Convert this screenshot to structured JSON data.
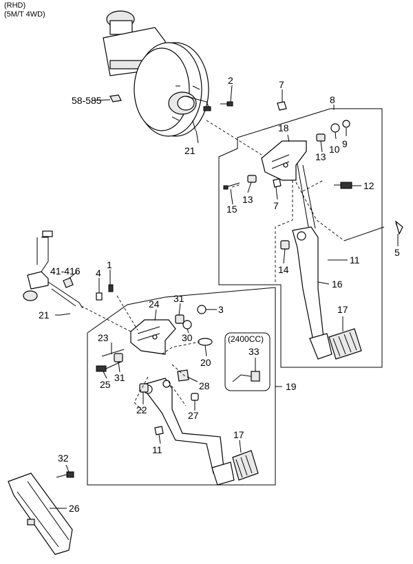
{
  "header": {
    "line1": "(RHD)",
    "line2": "(5M/T 4WD)"
  },
  "labels": {
    "p1": "1",
    "p2": "2",
    "p3": "3",
    "p4": "4",
    "p5": "5",
    "p7a": "7",
    "p7b": "7",
    "p8": "8",
    "p9": "9",
    "p10": "10",
    "p11a": "11",
    "p11b": "11",
    "p12": "12",
    "p13a": "13",
    "p13b": "13",
    "p14": "14",
    "p15": "15",
    "p16": "16",
    "p17a": "17",
    "p17b": "17",
    "p18": "18",
    "p19": "19",
    "p20": "20",
    "p21a": "21",
    "p21b": "21",
    "p22": "22",
    "p23": "23",
    "p24": "24",
    "p25": "25",
    "p26": "26",
    "p27": "27",
    "p28": "28",
    "p30": "30",
    "p31a": "31",
    "p31b": "31",
    "p32": "32",
    "p33": "33",
    "ref58": "58-585",
    "ref41": "41-416",
    "variant": "(2400CC)"
  }
}
